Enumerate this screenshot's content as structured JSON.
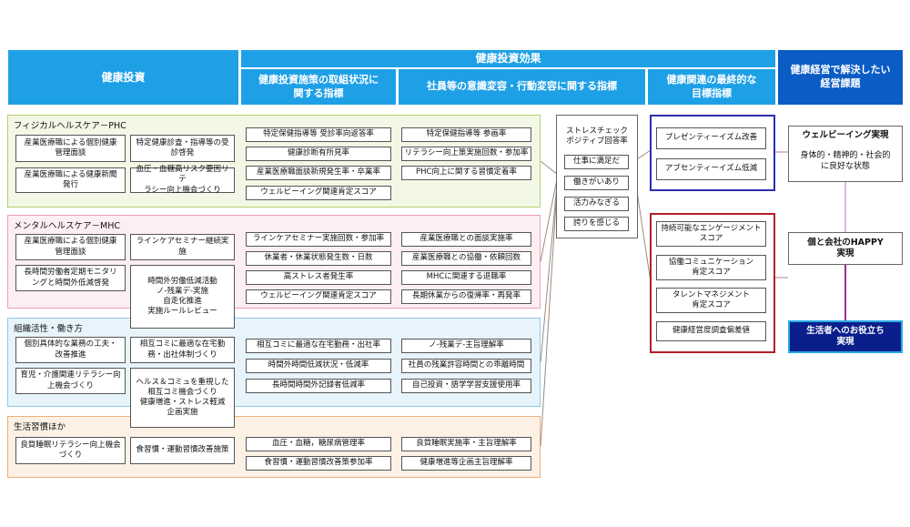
{
  "header": {
    "investment": "健康投資",
    "effects": "健康投資効果",
    "col_activity": "健康投資施策の取組状況に\n関する指標",
    "col_awareness": "社員等の意識変容・行動変容に関する指標",
    "col_final": "健康関連の最終的な\n目標指標",
    "col_issues": "健康経営で解決したい\n経営課題"
  },
  "sections": {
    "phc": {
      "title": "フィジカルヘルスケア－PHC",
      "inv": [
        "産業医療職による個別健康\n管理面談",
        "特定健康診査・指導等の受\n診啓発",
        "産業医療職による健康新聞\n発行",
        "血圧・血糖高リスク要因リテ\nラシー向上機会づくり"
      ],
      "activity": [
        "特定保健指導等 受診率向返答率",
        "健康診断有所見率",
        "産業医療職面談新規発生率・卒業率",
        "ウェルビーイング関連肯定スコア"
      ],
      "awareness": [
        "特定保健指導等 参画率",
        "リテラシー向上策実施回数・参加率",
        "PHC向上に関する習慣定着率"
      ]
    },
    "mhc": {
      "title": "メンタルヘルスケア－MHC",
      "inv": [
        "産業医療職による個別健康\n管理面談",
        "ラインケアセミナー継続実施",
        "長時間労働者定期モニタリ\nングと時間外低減啓発",
        "時間外労働低減活動\nノ-残業デ-実施\n自走化推進\n実施ルールレビュー"
      ],
      "activity": [
        "ラインケアセミナー実施回数・参加率",
        "休業者・休業状態発生数・日数",
        "高ストレス者発生率",
        "ウェルビーイング関連肯定スコア"
      ],
      "awareness": [
        "産業医療職との面談実施率",
        "産業医療職との協働・依頼回数",
        "MHCに関連する退職率",
        "長期休業からの復帰率・再発率"
      ]
    },
    "org": {
      "title": "組織活性・働き方",
      "inv": [
        "個別具体的な業務の工夫・\n改善推進",
        "相互コミに最適な在宅勤\n務・出社体制づくり",
        "育児・介護関連リテラシー向\n上機会づくり",
        "ヘルス＆コミュを重視した\n相互コミ機会づくり\n健康増進・ストレス軽減\n企画実施"
      ],
      "activity": [
        "相互コミに最適な在宅勤務・出社率",
        "時間外時間低減状況・低減率",
        "長時間時間外記録者低減率"
      ],
      "awareness": [
        "ノ-残業デ-主旨理解率",
        "社員の残業許容時間との乖離時間",
        "自己投資・語学学習支援使用率"
      ]
    },
    "life": {
      "title": "生活習慣ほか",
      "inv": [
        "良質睡眠リテラシー向上機会\nづくり",
        "食習慣・運動習慣改善施策"
      ],
      "activity": [
        "血圧・血糖，糖尿病管理率",
        "食習慣・運動習慣改善策参加率"
      ],
      "awareness": [
        "良質睡眠実施率・主旨理解率",
        "健康増進等企画主旨理解率"
      ]
    }
  },
  "stress": {
    "title": "ストレスチェック\nポジティブ回答率",
    "items": [
      "仕事に満足だ",
      "働きがいあり",
      "活力みなぎる",
      "誇りを感じる"
    ]
  },
  "final_blue": [
    "プレゼンティーイズム改善",
    "アブセンティーイズム低減"
  ],
  "final_red": [
    "持続可能なエンゲージメント\nスコア",
    "協働コミュニケーション\n肯定スコア",
    "タレントマネジメント\n肯定スコア",
    "健康経営度調査偏差値"
  ],
  "issues": {
    "wellbeing_title": "ウェルビーイング実現",
    "wellbeing_body": "身体的・精神的・社会的\nに良好な状態",
    "happy": "個と会社のHAPPY\n実現",
    "contribution": "生活者へのお役立ち\n実現"
  },
  "colors": {
    "header_light": "#1ea0e6",
    "header_dark": "#0b5cc4",
    "phc_bg": "#f3f8e6",
    "phc_border": "#b5d06a",
    "mhc_bg": "#fdeef2",
    "mhc_border": "#ee9fb5",
    "org_bg": "#e7f4fb",
    "org_border": "#8fcbe8",
    "life_bg": "#fdf1e5",
    "life_border": "#eeb07a",
    "blue_frame": "#2b2fb0",
    "red_frame": "#b0202a",
    "purple_line": "#9b2d8a",
    "contribution_bg": "#0a1f8c"
  }
}
